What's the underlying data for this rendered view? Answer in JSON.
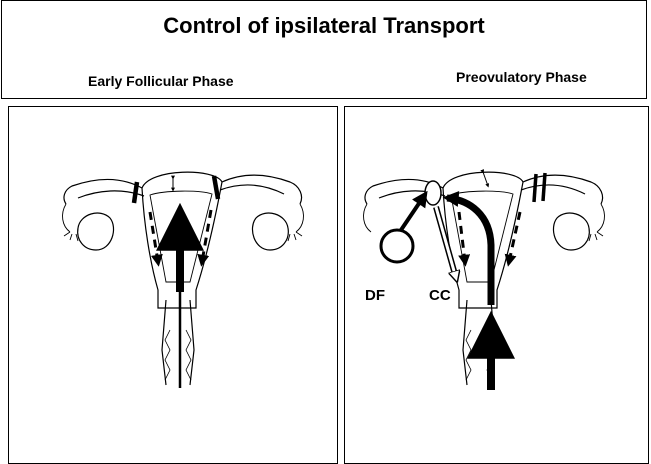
{
  "title": "Control of ipsilateral Transport",
  "panels": {
    "left": {
      "phase": "Early Follicular Phase"
    },
    "right": {
      "phase": "Preovulatory Phase",
      "labels": {
        "df": "DF",
        "cc": "CC"
      }
    }
  }
}
